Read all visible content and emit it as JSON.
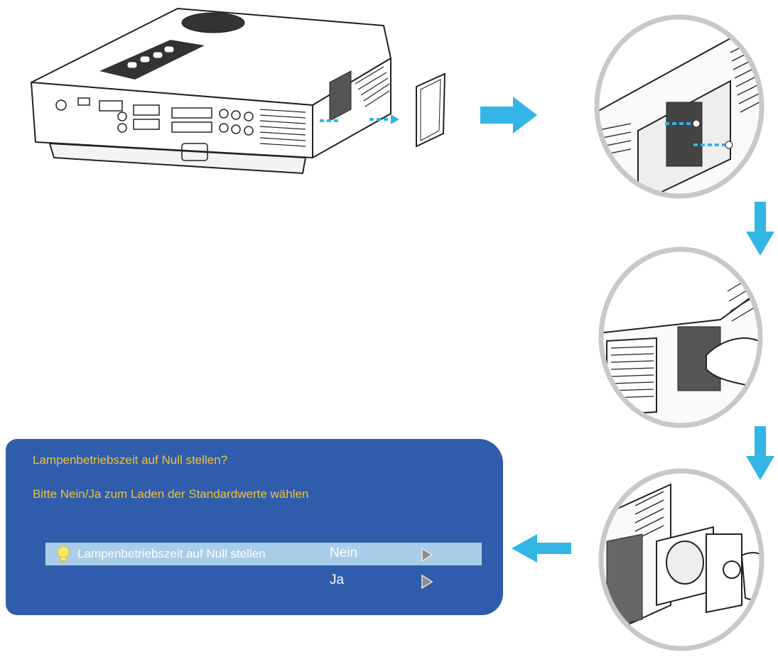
{
  "colors": {
    "arrow": "#33b5e5",
    "circle_border": "#c8c8c8",
    "osd_background": "#2f5dab",
    "osd_text": "#f0c23a",
    "selected_row": "#a9cde8",
    "line_art": "#222222"
  },
  "illustration": {
    "step1": "projector-lamp-cover-removal",
    "step2": "loosen-cover-screws-closeup",
    "step3": "pull-lamp-handle-closeup",
    "step4": "extract-lamp-module-closeup"
  },
  "osd": {
    "question": "Lampenbetriebszeit auf Null stellen?",
    "instruction": "Bitte Nein/Ja zum Laden der Standardwerte wählen",
    "menu": {
      "item_label": "Lampenbetriebszeit auf Null stellen",
      "icon": "bulb-icon",
      "options": [
        {
          "label": "Nein",
          "selected": true
        },
        {
          "label": "Ja",
          "selected": false
        }
      ]
    }
  }
}
